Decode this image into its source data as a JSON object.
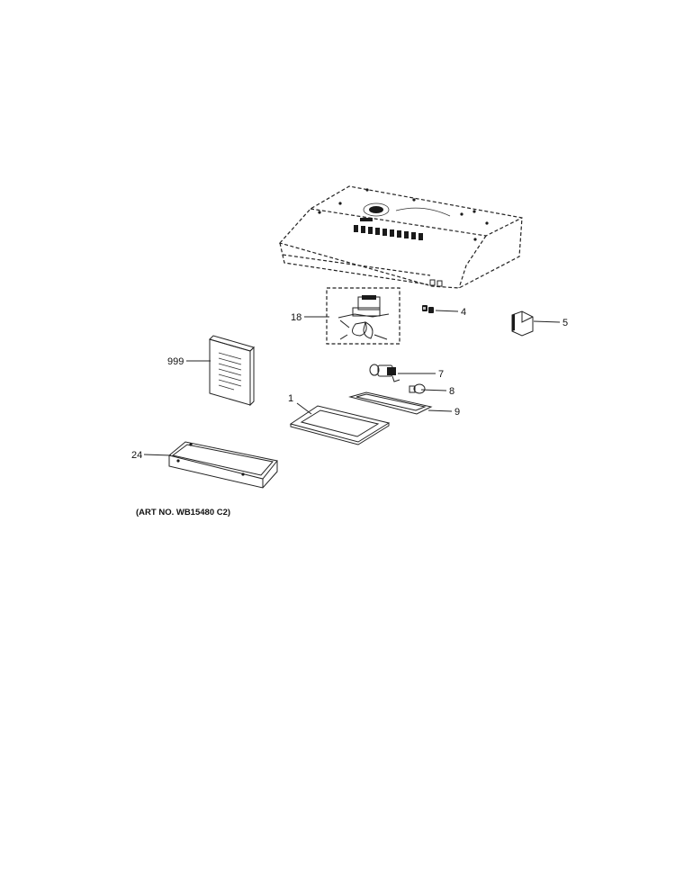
{
  "diagram": {
    "callouts": [
      {
        "id": "18",
        "label": "18"
      },
      {
        "id": "4",
        "label": "4"
      },
      {
        "id": "5",
        "label": "5"
      },
      {
        "id": "999",
        "label": "999"
      },
      {
        "id": "7",
        "label": "7"
      },
      {
        "id": "8",
        "label": "8"
      },
      {
        "id": "1",
        "label": "1"
      },
      {
        "id": "9",
        "label": "9"
      },
      {
        "id": "24",
        "label": "24"
      }
    ],
    "art_number": "(ART NO. WB15480 C2)"
  }
}
